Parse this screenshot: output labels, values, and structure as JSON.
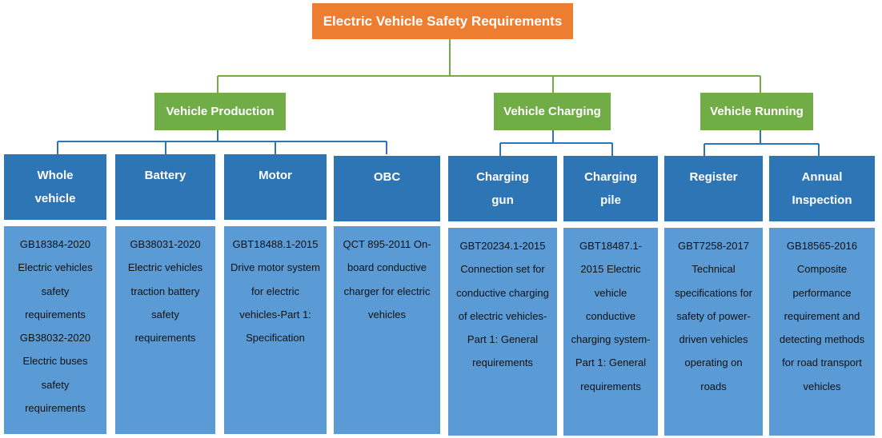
{
  "title": "Electric Vehicle Safety Requirements",
  "categories": [
    {
      "label": "Vehicle Production",
      "items": [
        {
          "label": "Whole vehicle",
          "detail": "GB18384-2020 Electric vehicles safety requirements GB38032-2020 Electric buses safety requirements"
        },
        {
          "label": "Battery",
          "detail": "GB38031-2020 Electric vehicles traction battery safety requirements"
        },
        {
          "label": "Motor",
          "detail": "GBT18488.1-2015 Drive motor system for electric vehicles-Part 1: Specification"
        },
        {
          "label": "OBC",
          "detail": "QCT 895-2011 On-board conductive charger for electric vehicles"
        }
      ]
    },
    {
      "label": "Vehicle Charging",
      "items": [
        {
          "label": "Charging gun",
          "detail": "GBT20234.1-2015 Connection set for conductive charging of electric vehicles-Part 1: General requirements"
        },
        {
          "label": "Charging pile",
          "detail": "GBT18487.1-2015 Electric vehicle conductive charging system-Part 1: General requirements"
        }
      ]
    },
    {
      "label": "Vehicle Running",
      "items": [
        {
          "label": "Register",
          "detail": "GBT7258-2017 Technical specifications for safety of power-driven vehicles operating on roads"
        },
        {
          "label": "Annual Inspection",
          "detail": "GB18565-2016 Composite performance requirement and detecting methods for road transport vehicles"
        }
      ]
    }
  ]
}
